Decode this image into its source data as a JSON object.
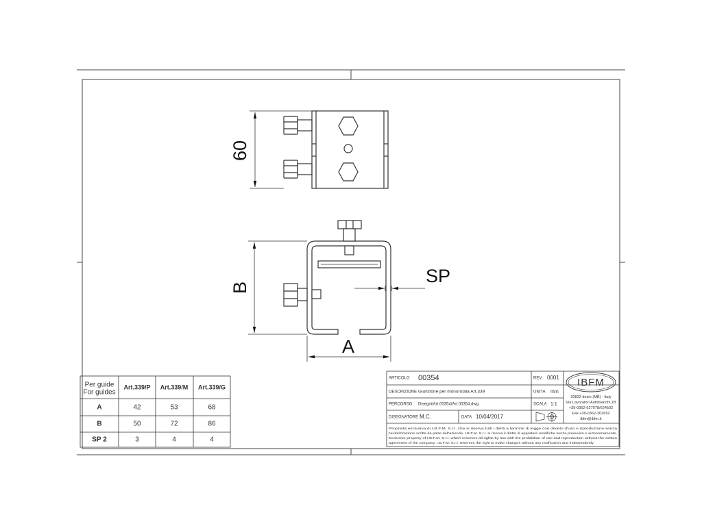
{
  "dimension_labels": {
    "height_60": "60",
    "b": "B",
    "sp": "SP",
    "a": "A"
  },
  "size_table": {
    "header_line1": "Per guide",
    "header_line2": "For guides",
    "columns": [
      "Art.339/P",
      "Art.339/M",
      "Art.339/G"
    ],
    "rows": [
      {
        "label": "A",
        "values": [
          "42",
          "53",
          "68"
        ]
      },
      {
        "label": "B",
        "values": [
          "50",
          "72",
          "86"
        ]
      },
      {
        "label": "SP 2",
        "values": [
          "3",
          "4",
          "4"
        ]
      }
    ]
  },
  "title_block": {
    "articolo_label": "ARTICOLO",
    "articolo_value": "00354",
    "rev_label": "REV.",
    "rev_value": "0001",
    "descrizione_label": "DESCRIZIONE",
    "descrizione_value": "Giunzione per monorotaia Art.339",
    "unita_label": "UNITA",
    "unita_value": "mm",
    "percorso_label": "PERCORSO",
    "percorso_value": "Disegni/Art.00354/Art.00354.dwg",
    "scala_label": "SCALA",
    "scala_value": "1:1",
    "disegnatore_label": "DISEGNATORE",
    "disegnatore_value": "M.C.",
    "data_label": "DATA",
    "data_value": "10/04/2017",
    "logo_text": "IBFM",
    "address_lines": [
      "20832 desio (MB) - Italy",
      "Via Lavoratori Autobianchi,1B",
      "+39-0362-627078/624502",
      "Fax +39-0362-302692",
      "ibfm@ibfm.it"
    ],
    "legal_lines": [
      "Proprietà esclusiva di I.B.F.M. S.r.l. che si riserva tutti i diritti a termine di legge con divieto d'uso e riproduzione senza",
      "l'autorizzazione scritta da parte dell'azienda. I.B.F.M. S.r.l. si riserva il diritto di apportare modifiche senza preavviso e autonomamente.",
      "Exclusive property of I.B.F.M. S.r.l. which reserves all rights by law with the prohibition of use and reproduction without the written",
      "agreement of the company. I.B.F.M. S.r.l. reserves the right to make changes without any notification and independently."
    ]
  }
}
